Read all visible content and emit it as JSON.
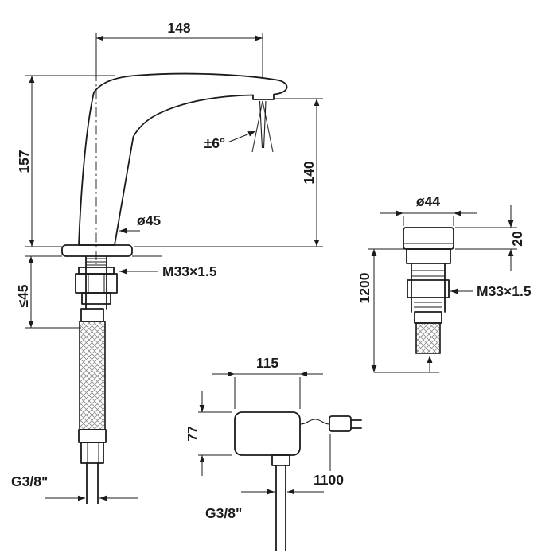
{
  "page": {
    "background": "#ffffff",
    "line_color": "#1b1b1b"
  },
  "faucet_view": {
    "dim_spout_reach": "148",
    "dim_total_height": "157",
    "dim_outlet_height": "140",
    "angle_tolerance": "±6°",
    "dim_body_diameter": "ø45",
    "thread_label": "M33×1.5",
    "dim_max_deck_thickness": "≤45",
    "connection_label": "G3/8\""
  },
  "valve_unit_view": {
    "dim_diameter": "ø44",
    "dim_cap_height": "20",
    "dim_hose_length": "1200",
    "thread_label": "M33×1.5"
  },
  "control_box_view": {
    "dim_width": "115",
    "dim_height": "77",
    "dim_cable_length": "1100",
    "connection_label": "G3/8\""
  }
}
